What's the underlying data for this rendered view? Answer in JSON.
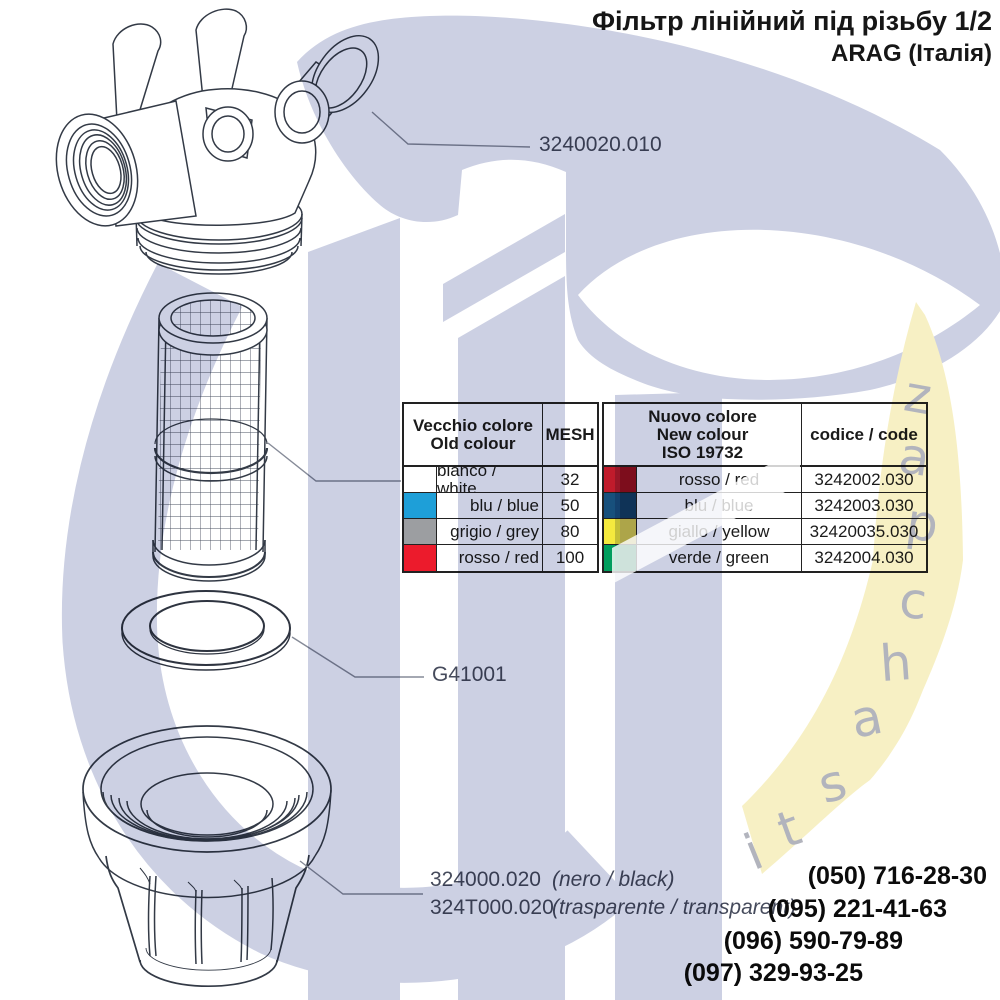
{
  "header": {
    "title_line1": "Фільтр лінійний під різьбу 1/2",
    "title_line2": "ARAG (Італія)"
  },
  "part_labels": {
    "head_code": "3240020.010",
    "gasket_code": "G41001",
    "bowl_code_black": "324000.020",
    "bowl_note_black": "(nero / black)",
    "bowl_code_transparent": "324T000.020",
    "bowl_note_transparent": "(trasparente / transparent)"
  },
  "mesh_table": {
    "header": {
      "old_colour_line1": "Vecchio colore",
      "old_colour_line2": "Old colour",
      "mesh": "MESH",
      "new_colour_line1": "Nuovo colore",
      "new_colour_line2": "New colour",
      "new_colour_line3": "ISO 19732",
      "code": "codice / code"
    },
    "rows": [
      {
        "old_label": "bianco / white",
        "old_color": "#ffffff",
        "mesh": "32",
        "new_label": "rosso / red",
        "new_color_left": "#c01b2b",
        "new_color_right": "#9c0f1f",
        "code": "3242002.030"
      },
      {
        "old_label": "blu / blue",
        "old_color": "#1e9fd8",
        "mesh": "50",
        "new_label": "blu / blue",
        "new_color_left": "#17507c",
        "new_color_right": "#123e61",
        "code": "3242003.030"
      },
      {
        "old_label": "grigio / grey",
        "old_color": "#9c9ea1",
        "mesh": "80",
        "new_label": "giallo / yellow",
        "new_color_left": "#f4ea3e",
        "new_color_right": "#d9cb52",
        "code": "32420035.030"
      },
      {
        "old_label": "rosso / red",
        "old_color": "#ec1b2c",
        "mesh": "100",
        "new_label": "verde / green",
        "new_color_left": "#009e5d",
        "new_color_right": "#0c8a55",
        "code": "3242004.030"
      }
    ]
  },
  "phones": [
    "(050) 716-28-30",
    "(095) 221-41-63",
    "(096) 590-79-89",
    "(097) 329-93-25"
  ],
  "watermark": {
    "letters": [
      "z",
      "a",
      "p",
      "c",
      "h",
      "a",
      "s",
      "t",
      "i"
    ],
    "lavender": "#ccd0e3",
    "yellow": "#f7f0c4",
    "letter_color": "#b2b4bd"
  }
}
